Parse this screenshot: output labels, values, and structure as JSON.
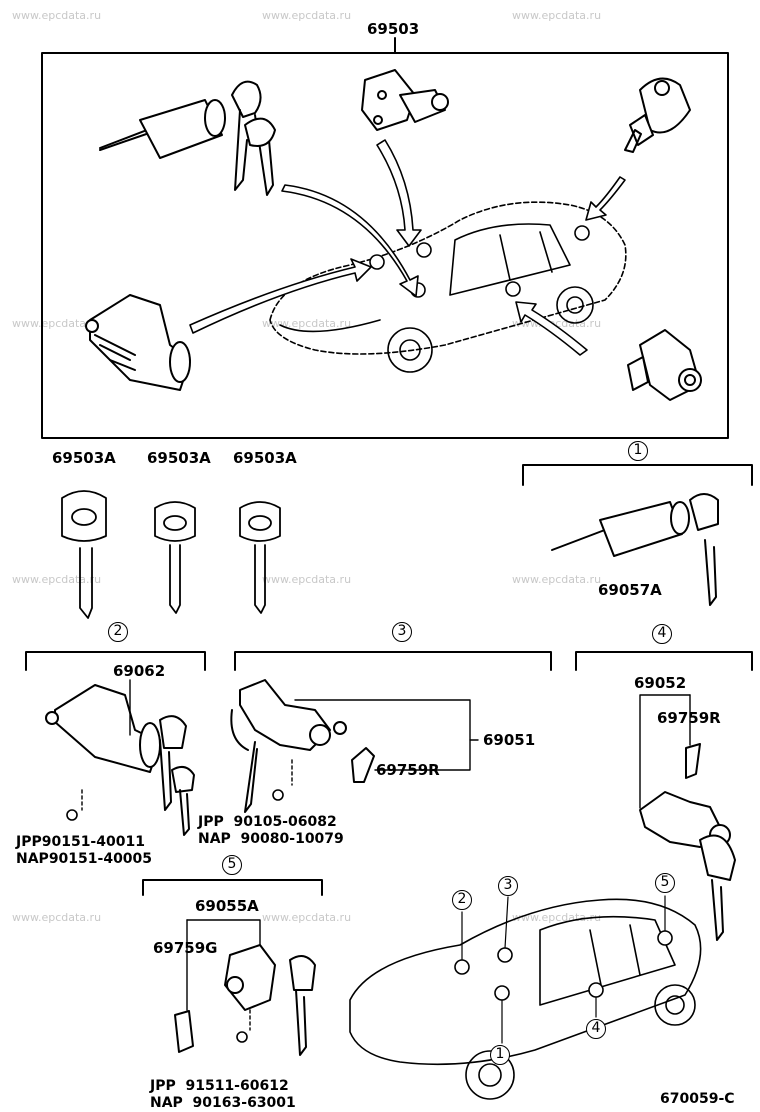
{
  "watermark": "www.epcdata.ru",
  "main_part": "69503",
  "keys": [
    "69503A",
    "69503A",
    "69503A"
  ],
  "groups": {
    "g1": {
      "num": "1",
      "parts": [
        "69057A"
      ]
    },
    "g2": {
      "num": "2",
      "parts": [
        "69062"
      ],
      "bolt": [
        "JPP90151-40011",
        "NAP90151-40005"
      ]
    },
    "g3": {
      "num": "3",
      "parts": [
        "69051",
        "69759R"
      ],
      "bolt": [
        "JPP  90105-06082",
        "NAP  90080-10079"
      ]
    },
    "g4": {
      "num": "4",
      "parts": [
        "69052",
        "69759R"
      ]
    },
    "g5": {
      "num": "5",
      "parts": [
        "69055A",
        "69759G"
      ],
      "bolt": [
        "JPP  91511-60612",
        "NAP  90163-63001"
      ]
    }
  },
  "car_locations": [
    "1",
    "2",
    "3",
    "4",
    "5"
  ],
  "figure_code": "670059-C"
}
